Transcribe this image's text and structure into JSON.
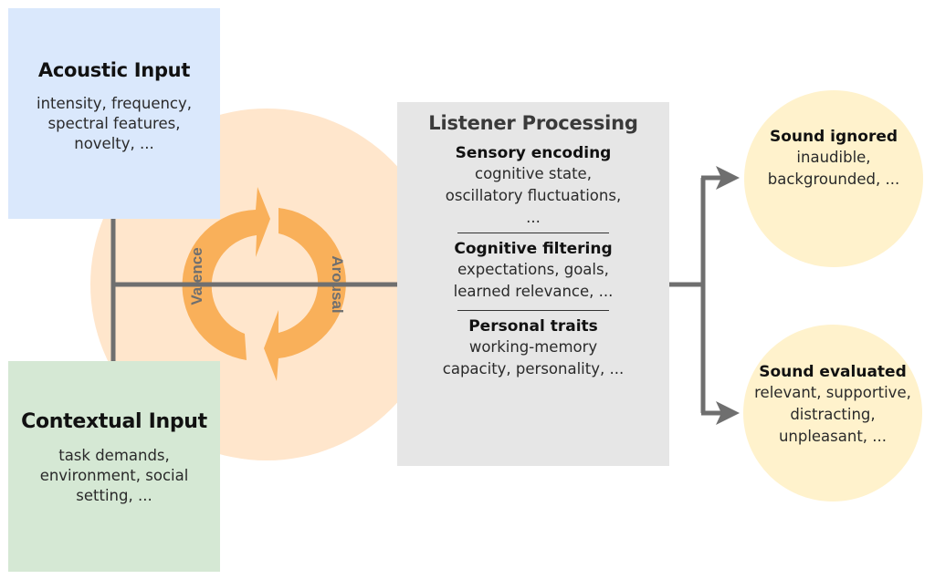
{
  "acoustic_input": {
    "title": "Acoustic Input",
    "lines": [
      "intensity, frequency,",
      "spectral features,",
      "novelty, ..."
    ]
  },
  "contextual_input": {
    "title": "Contextual Input",
    "lines": [
      "task demands,",
      "environment, social",
      "setting, ..."
    ]
  },
  "affect_cycle": {
    "left_label": "Valence",
    "right_label": "Arousal"
  },
  "listener_processing": {
    "title": "Listener Processing",
    "sections": [
      {
        "title": "Sensory encoding",
        "lines": [
          "cognitive state,",
          "oscillatory fluctuations,",
          "..."
        ]
      },
      {
        "title": "Cognitive filtering",
        "lines": [
          "expectations, goals,",
          "learned relevance, ..."
        ]
      },
      {
        "title": "Personal traits",
        "lines": [
          "working-memory",
          "capacity, personality, ..."
        ]
      }
    ]
  },
  "outcomes": [
    {
      "title": "Sound ignored",
      "lines": [
        "inaudible,",
        "backgrounded, ..."
      ]
    },
    {
      "title": "Sound evaluated",
      "lines": [
        "relevant, supportive,",
        "distracting,",
        "unpleasant, ..."
      ]
    }
  ],
  "colors": {
    "acoustic_bg": "#dae8fc",
    "contextual_bg": "#d5e8d4",
    "affect_circle": "#ffe6cc",
    "cycle_arrows": "#f9b05a",
    "listener_bg": "#e6e6e6",
    "outcome_bg": "#fff2cc",
    "connector": "#6f6f6f"
  }
}
